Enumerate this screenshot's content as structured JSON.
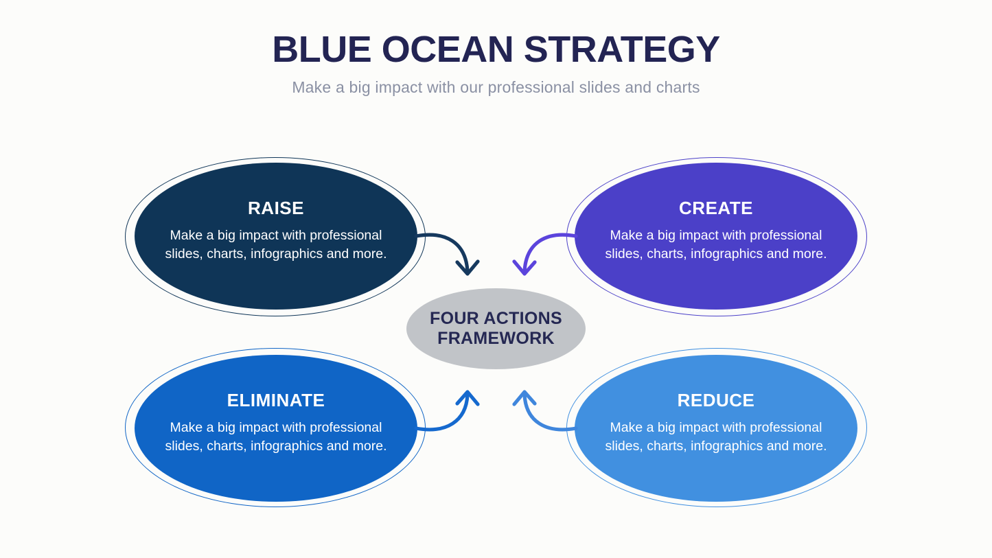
{
  "page": {
    "background": "#FCFCFA",
    "title": "BLUE OCEAN STRATEGY",
    "title_color": "#232453",
    "subtitle": "Make a big impact with our professional slides and charts",
    "subtitle_color": "#8A90A3"
  },
  "center": {
    "line1": "FOUR ACTIONS",
    "line2": "FRAMEWORK",
    "fill": "#C1C4C8",
    "text_color": "#252853"
  },
  "nodes": {
    "raise": {
      "label": "RAISE",
      "description": "Make a big impact with professional slides, charts, infographics and more.",
      "fill": "#0F3557",
      "arrow_color": "#16395E"
    },
    "create": {
      "label": "CREATE",
      "description": "Make a big impact with professional slides, charts, infographics and more.",
      "fill": "#4B40C8",
      "arrow_color": "#5B44DC"
    },
    "eliminate": {
      "label": "ELIMINATE",
      "description": "Make a big impact with professional slides, charts, infographics and more.",
      "fill": "#1065C6",
      "arrow_color": "#1569CE"
    },
    "reduce": {
      "label": "REDUCE",
      "description": "Make a big impact with professional slides, charts, infographics and more.",
      "fill": "#4190E0",
      "arrow_color": "#3F86DC"
    }
  }
}
